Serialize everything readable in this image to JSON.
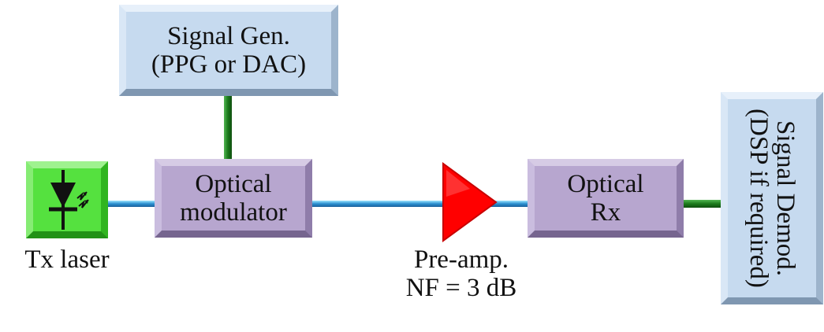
{
  "blocks": {
    "signal_generator": {
      "line1": "Signal Gen.",
      "line2": "(PPG or DAC)"
    },
    "optical_modulator": {
      "line1": "Optical",
      "line2": "modulator"
    },
    "optical_rx": {
      "line1": "Optical",
      "line2": "Rx"
    },
    "signal_demod": {
      "line1": "Signal Demod.",
      "line2": "(DSP if required)"
    },
    "tx_laser": {
      "caption": "Tx laser",
      "icon": "laser-diode-icon"
    },
    "pre_amp": {
      "caption_line1": "Pre-amp.",
      "caption_line2": "NF = 3 dB",
      "icon": "amplifier-triangle-icon"
    }
  },
  "colors": {
    "electrical_link": "#1f7a1f",
    "optical_link": "#2e9fd8",
    "amplifier": "#ff0000",
    "generator_box": "#c6daef",
    "optical_box": "#b7a6cf",
    "laser_box": "#55e13f"
  }
}
